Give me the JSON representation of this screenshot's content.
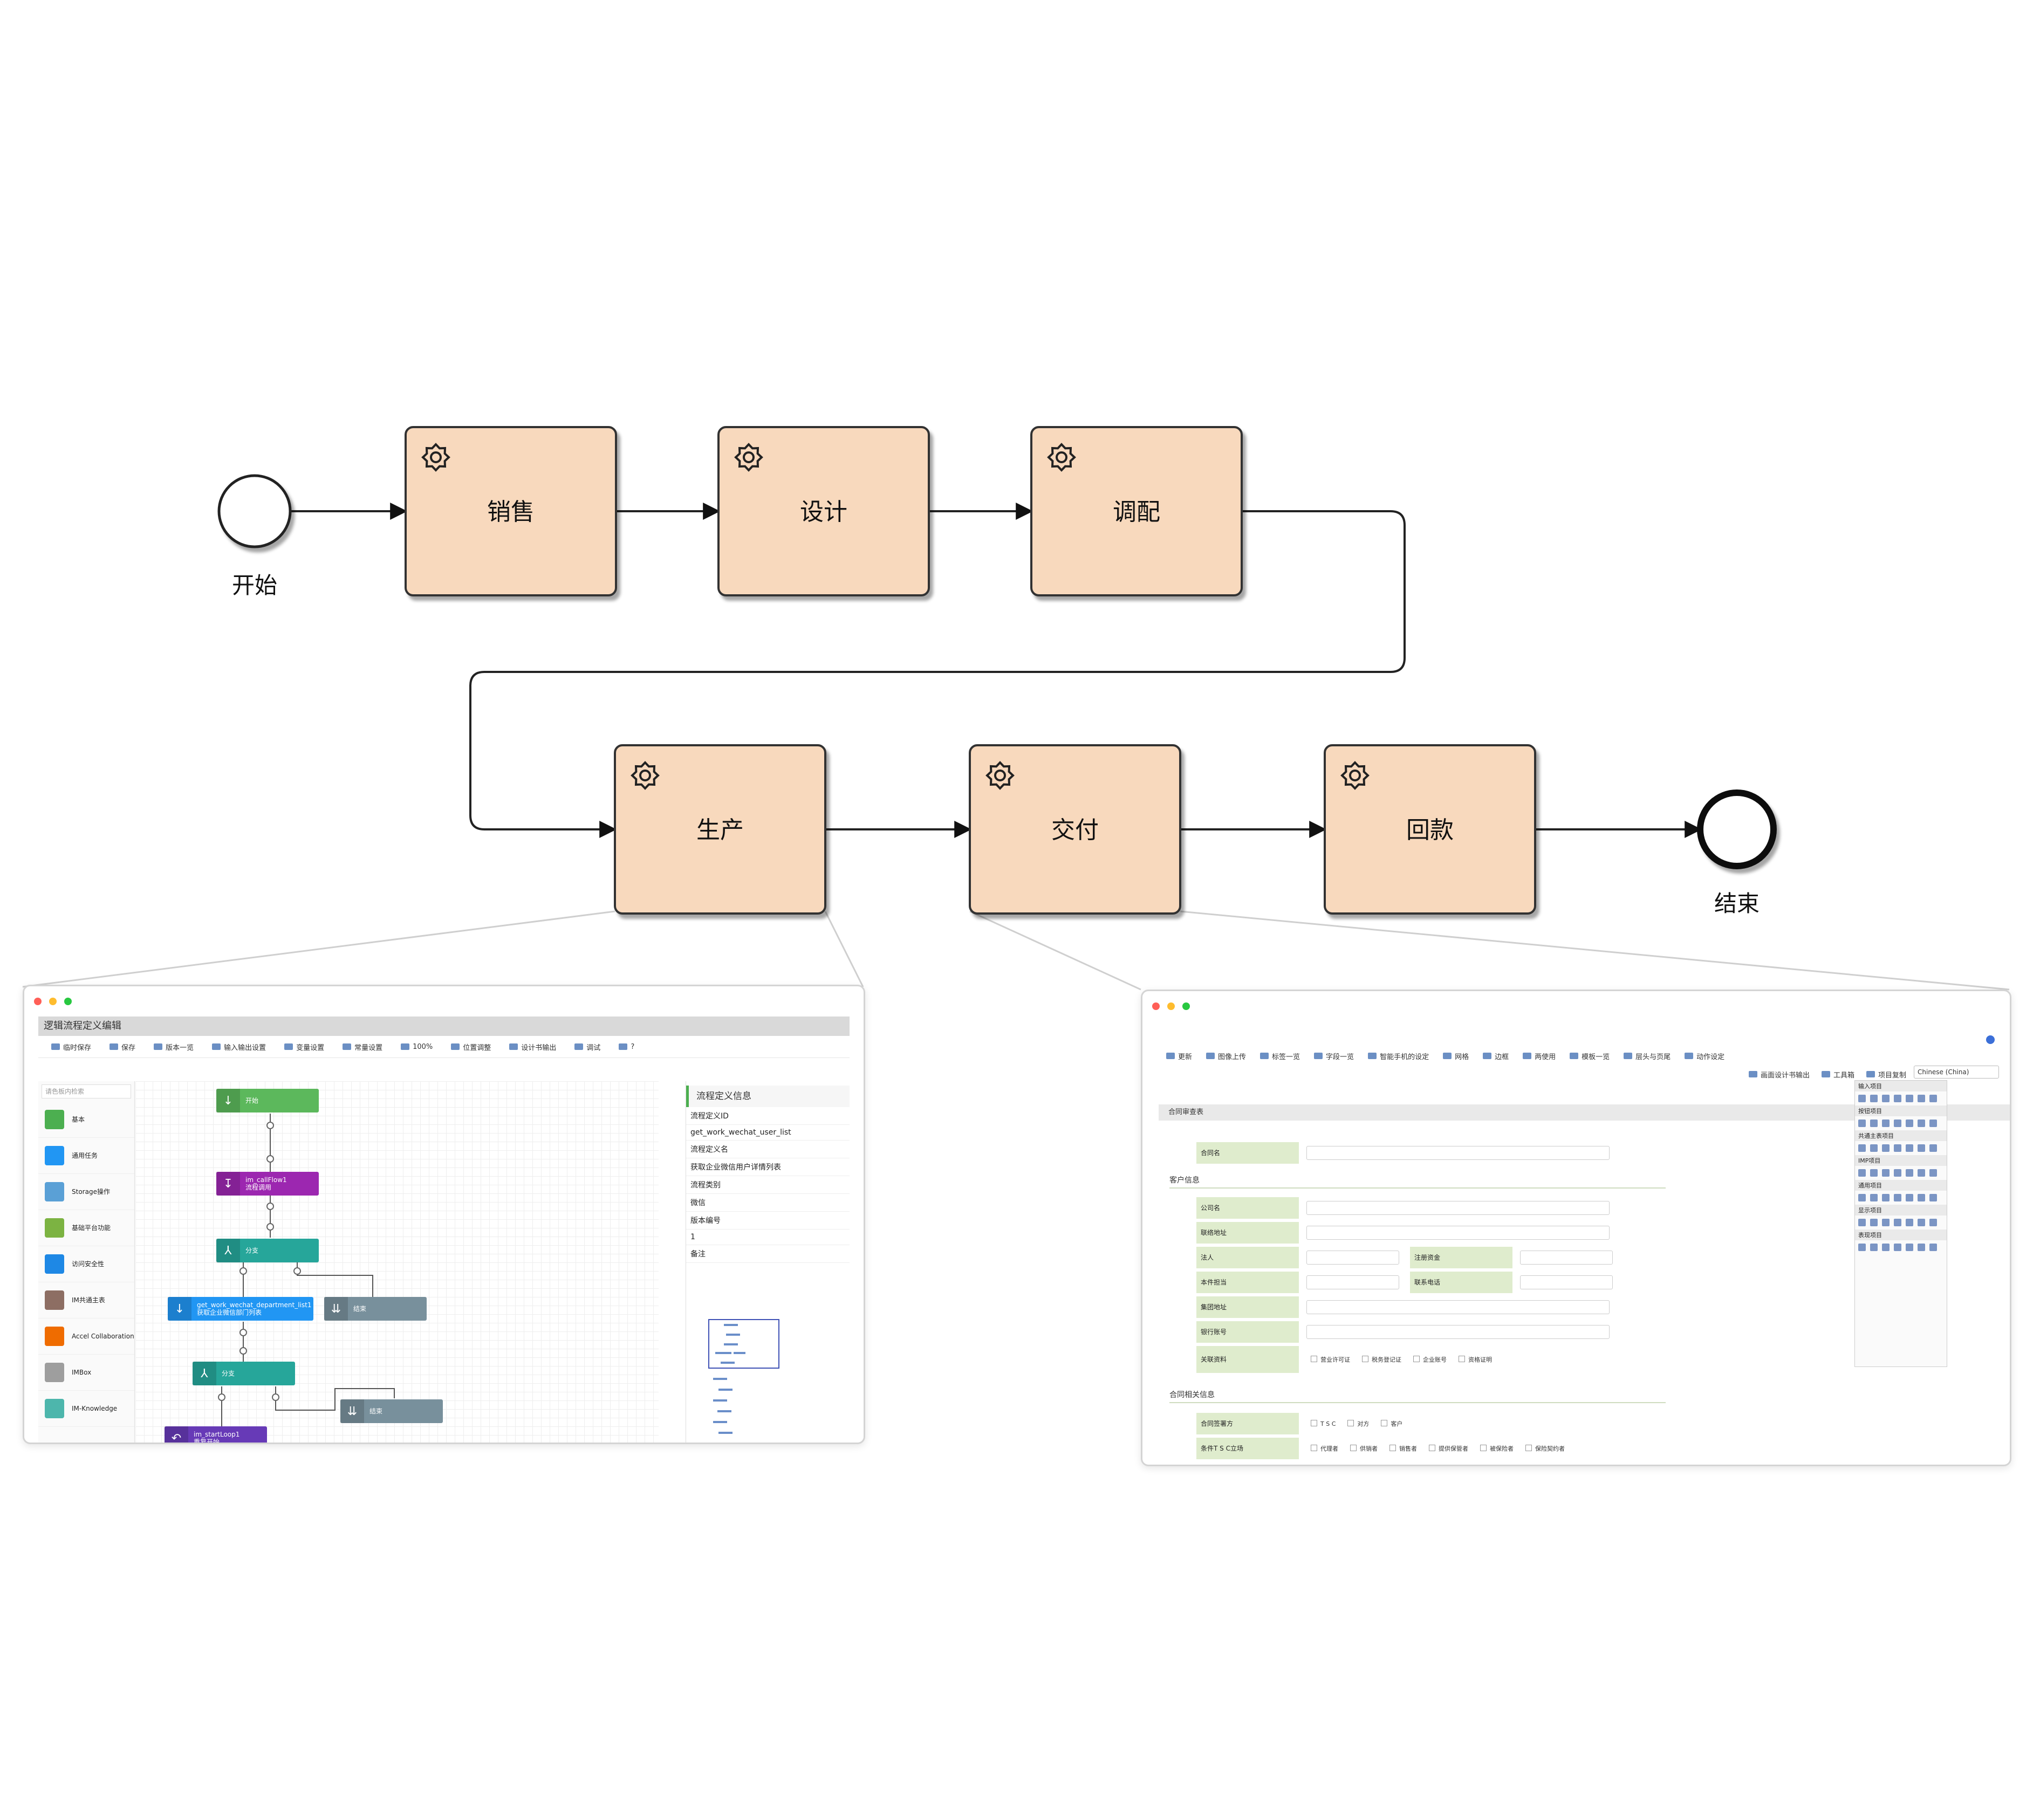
{
  "flow": {
    "start_label": "开始",
    "end_label": "结束",
    "tasks": [
      "销售",
      "设计",
      "调配",
      "生产",
      "交付",
      "回款"
    ],
    "colors": {
      "task_fill": "#f8d9bd",
      "task_stroke": "#333333",
      "line": "#222222"
    }
  },
  "left_window": {
    "title": "逻辑流程定义编辑",
    "toolbar": [
      "临时保存",
      "保存",
      "版本一览",
      "输入输出设置",
      "变量设置",
      "常量设置",
      "100%",
      "位置调整",
      "设计书输出",
      "调试",
      "?"
    ],
    "search_placeholder": "请色板内检索",
    "palette": [
      "基本",
      "通用任务",
      "Storage操作",
      "基础平台功能",
      "访问安全性",
      "IM共通主表",
      "Accel Collaboration",
      "IMBox",
      "IM-Knowledge"
    ],
    "properties": {
      "header": "流程定义信息",
      "rows": [
        "流程定义ID",
        "get_work_wechat_user_list",
        "流程定义名",
        "获取企业微信用户详情列表",
        "流程类别",
        "微信",
        "版本编号",
        "1",
        "备注"
      ]
    },
    "nodes": {
      "start": "开始",
      "call": "im_callFlow1",
      "call_sub": "流程调用",
      "branch1": "分支",
      "task1": "get_work_wechat_department_list1",
      "task1_sub": "获取企业微信部门列表",
      "end1": "结束",
      "branch2": "分支",
      "end2": "结束",
      "loop": "im_startLoop1",
      "loop_sub": "重复开始"
    }
  },
  "right_window": {
    "toolbar": [
      "更新",
      "图像上传",
      "标签一览",
      "字段一览",
      "智能手机的设定",
      "网格",
      "边框",
      "两使用",
      "模板一览",
      "层头与页尾",
      "动作设定"
    ],
    "toolbar2": [
      "画面设计书输出",
      "工具箱",
      "项目复制"
    ],
    "language": "Chinese (China)",
    "form_title": "合同审查表",
    "section1": "客户信息",
    "section2": "合同相关信息",
    "fields": [
      "合同名",
      "公司名",
      "联络地址",
      "法人",
      "注册资金",
      "本件担当",
      "联系电话",
      "集团地址",
      "银行账号",
      "关联资料"
    ],
    "checks1": [
      "营业许可证",
      "税务登记证",
      "企业账号",
      "资格证明"
    ],
    "fields2": [
      "合同签署方",
      "条件T S C立场"
    ],
    "checks2": [
      "T S C",
      "对方",
      "客户"
    ],
    "checks3": [
      "代理者",
      "供销者",
      "销售者",
      "提供保管者",
      "被保险者",
      "保险契约者"
    ],
    "side_panel": [
      "输入项目",
      "按钮项目",
      "共通主表项目",
      "IMP项目",
      "通用项目",
      "显示项目",
      "表现项目"
    ]
  }
}
